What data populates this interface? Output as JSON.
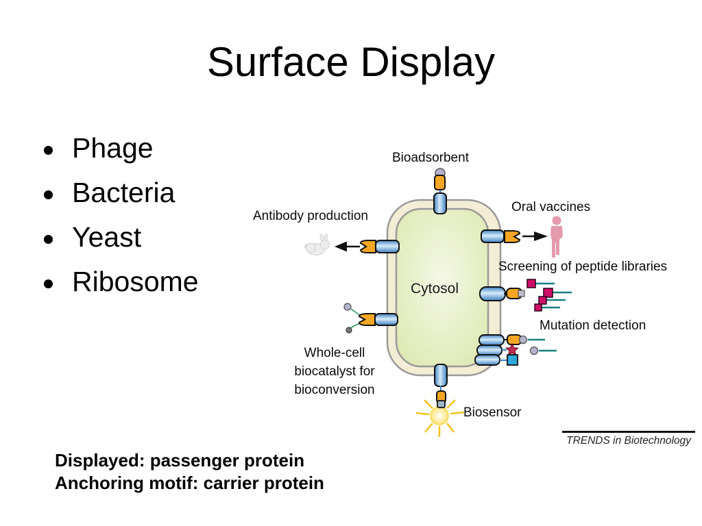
{
  "slide": {
    "title": "Surface Display",
    "bullets": [
      "Phage",
      "Bacteria",
      "Yeast",
      "Ribosome"
    ],
    "footer": [
      "Displayed: passenger protein",
      "Anchoring motif: carrier protein"
    ]
  },
  "diagram": {
    "labels": {
      "bioadsorbent": "Bioadsorbent",
      "antibody_production": "Antibody production",
      "oral_vaccines": "Oral vaccines",
      "screening": "Screening of peptide libraries",
      "mutation_detection": "Mutation detection",
      "whole_cell": [
        "Whole-cell",
        "biocatalyst for",
        "bioconversion"
      ],
      "biosensor": "Biosensor",
      "cytosol": "Cytosol",
      "attribution": "TRENDS in Biotechnology"
    },
    "icons": [
      "rabbit-icon",
      "person-icon",
      "sun-icon",
      "phage-particle-icon",
      "anchor-protein-icon",
      "passenger-protein-icon",
      "star-analyte-icon",
      "square-analyte-icon",
      "arrow-icon"
    ],
    "colors": {
      "background": "#FFFFFF",
      "text": "#000000",
      "membrane_fill": "#F4EDD5",
      "membrane_outline": "#999999",
      "cytosol_fill": "#E7F0C8",
      "anchor_blue": "#3E7FBF",
      "anchor_blue_light": "#D6ECFB",
      "passenger_orange": "#F5A623",
      "phage_teal": "#158080",
      "phage_magenta": "#CE0F69",
      "person_pink": "#E39AAC",
      "sun_yellow": "#FFD84D",
      "star_red": "#C42B4F",
      "square_cyan": "#2FA8DC"
    }
  }
}
